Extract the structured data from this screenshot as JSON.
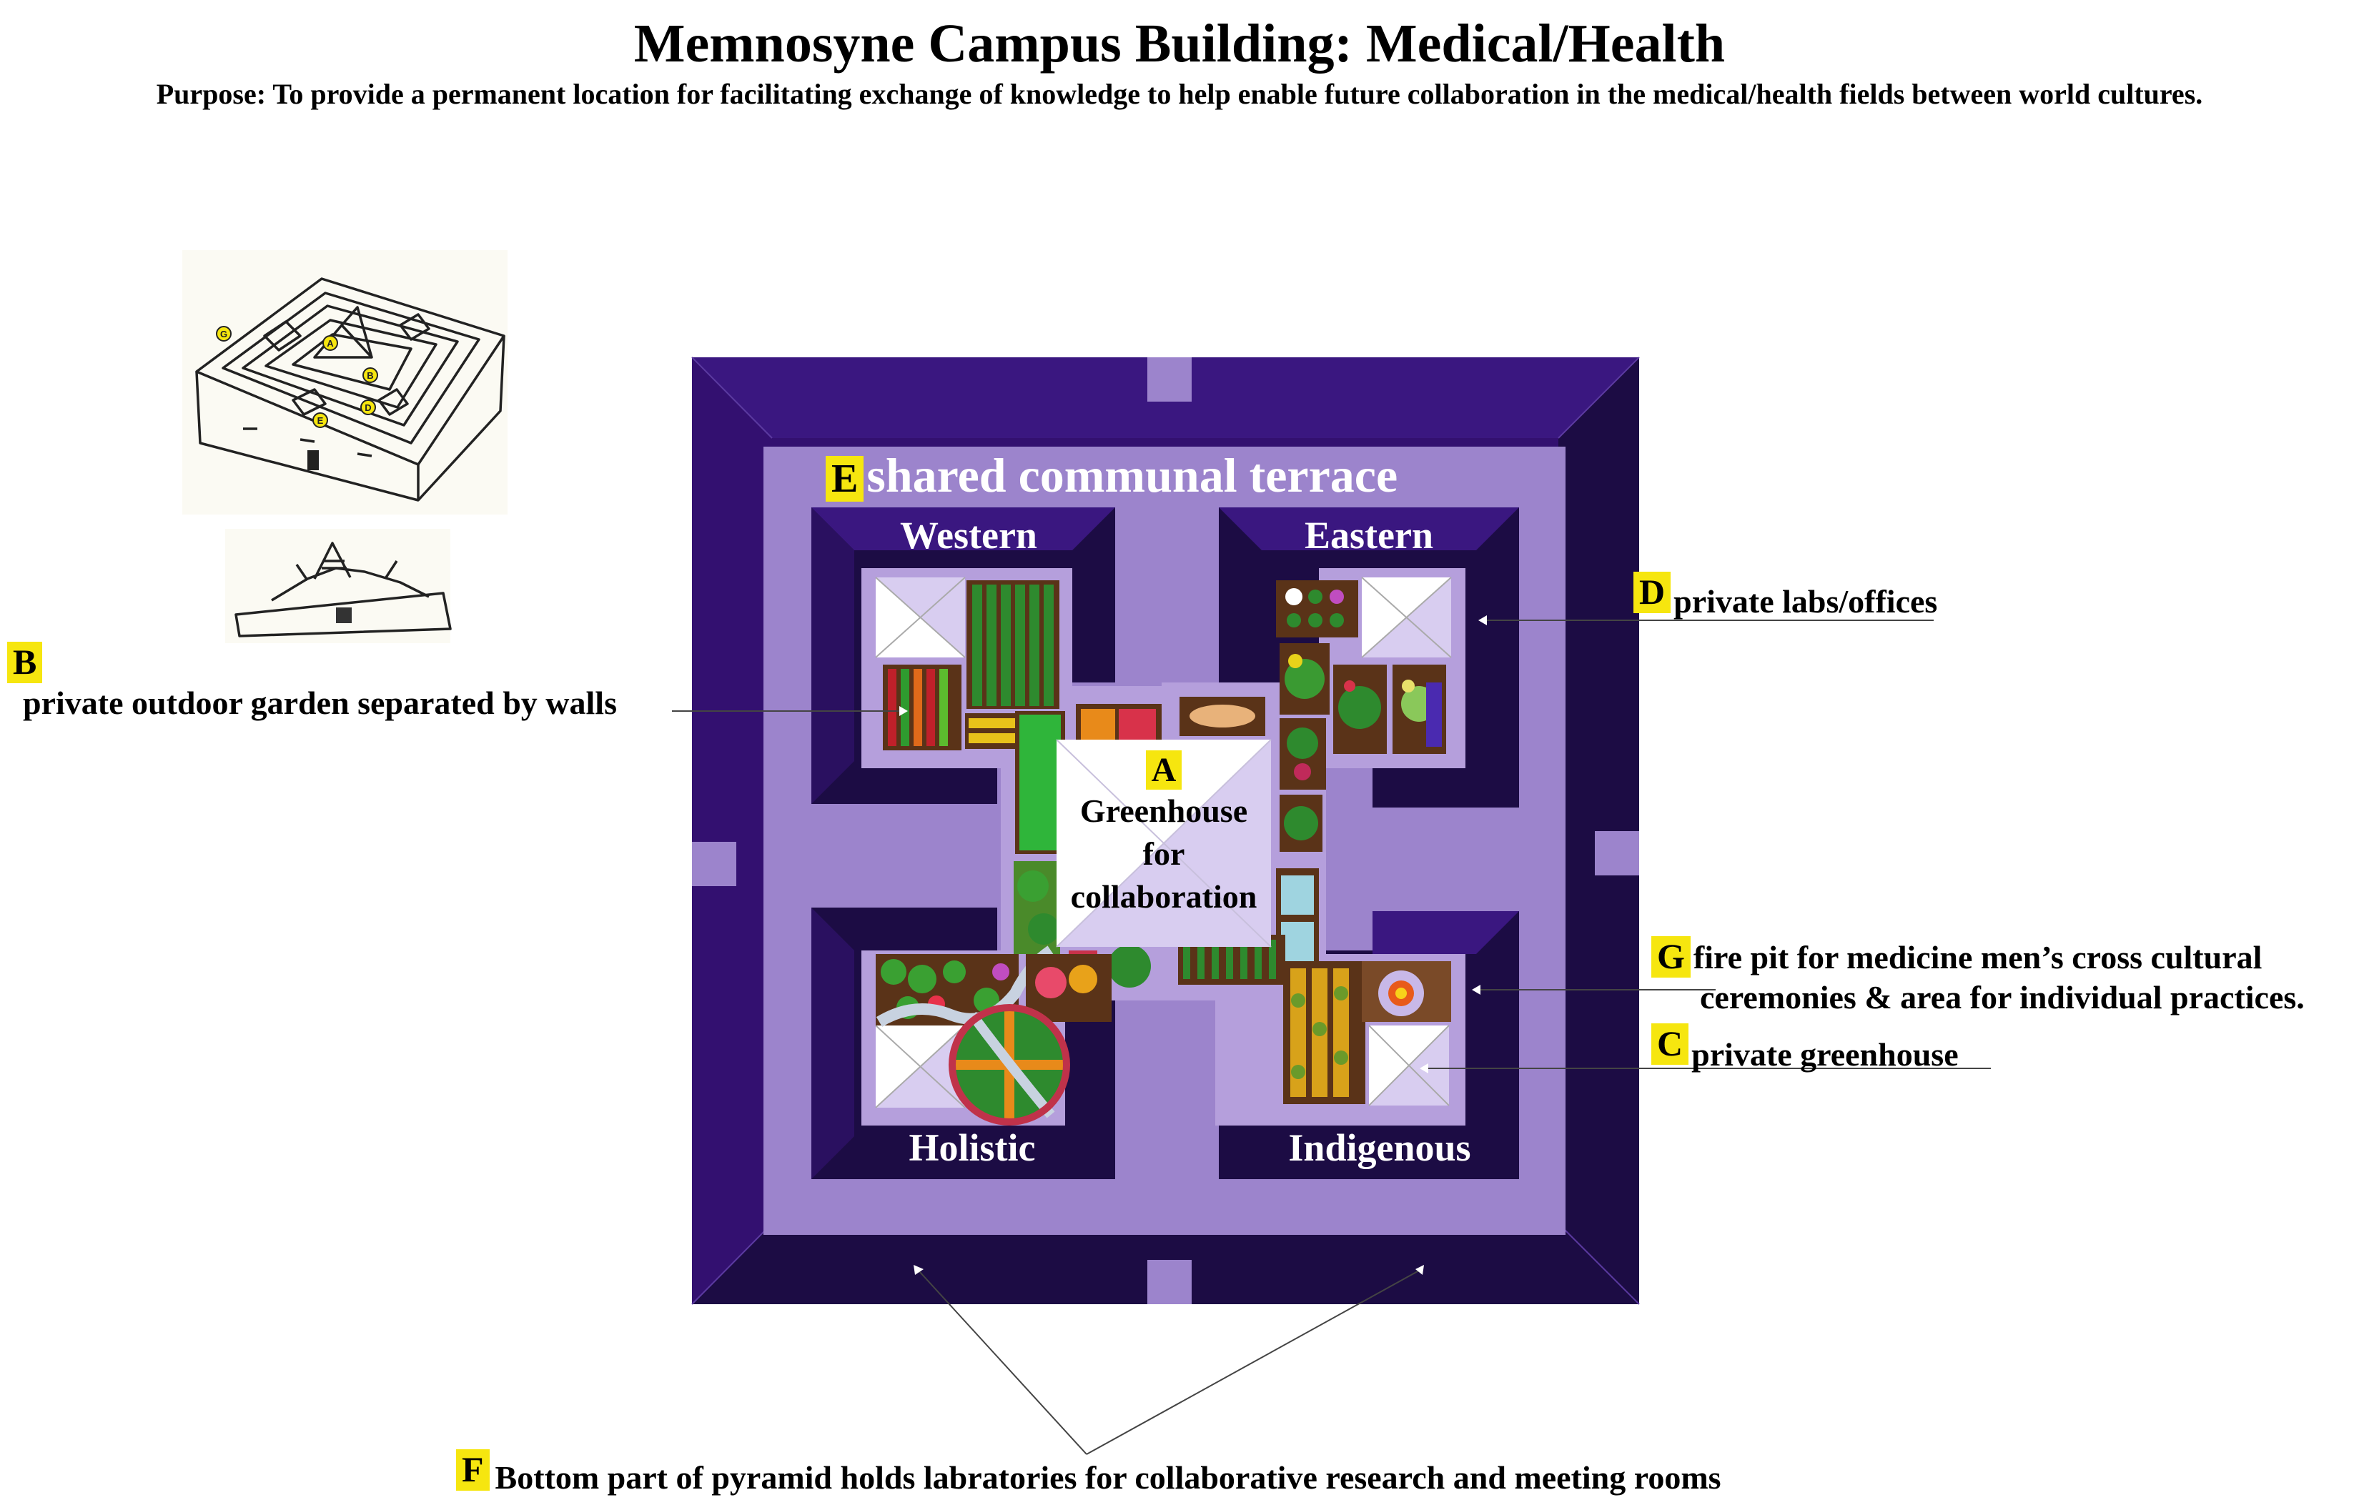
{
  "title": "Memnosyne Campus Building: Medical/Health",
  "purpose": "Purpose: To provide a permanent location for facilitating exchange of knowledge to help enable future collaboration in the medical/health fields between world cultures.",
  "plan": {
    "terrace": {
      "letter": "E",
      "label": "shared communal terrace"
    },
    "quadrants": {
      "western": "Western",
      "eastern": "Eastern",
      "holistic": "Holistic",
      "indigenous": "Indigenous"
    },
    "center": {
      "letter": "A",
      "line1": "Greenhouse",
      "line2": "for",
      "line3": "collaboration"
    }
  },
  "callouts": {
    "b": {
      "letter": "B",
      "text": "private outdoor garden separated by walls"
    },
    "d": {
      "letter": "D",
      "text": "private labs/offices"
    },
    "g": {
      "letter": "G",
      "line1": "fire pit for medicine men’s cross cultural",
      "line2": "ceremonies & area for individual practices."
    },
    "c": {
      "letter": "C",
      "text": "private greenhouse"
    },
    "f": {
      "letter": "F",
      "text": "Bottom part of pyramid holds labratories for collaborative research and meeting rooms"
    }
  },
  "sketch": {
    "markers": [
      "G",
      "A",
      "B",
      "D",
      "E"
    ]
  },
  "colors": {
    "outer_wall": "#331070",
    "outer_wall_dark": "#1c0c44",
    "terrace": "#9c84cc",
    "inner_light": "#d8cdf0",
    "badge": "#f6e60f"
  }
}
